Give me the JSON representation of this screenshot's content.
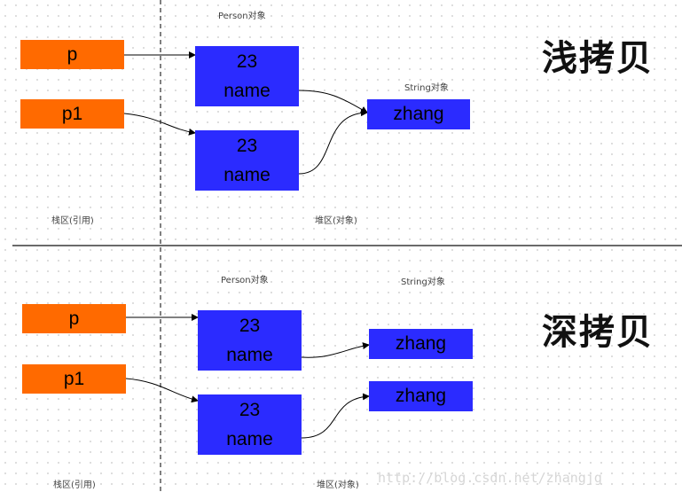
{
  "shallow": {
    "title": "浅拷贝",
    "person_label": "Person对象",
    "string_label": "String对象",
    "stack_label": "栈区(引用)",
    "heap_label": "堆区(对象)",
    "refs": [
      "p",
      "p1"
    ],
    "objects": [
      {
        "age": "23",
        "field": "name"
      },
      {
        "age": "23",
        "field": "name"
      }
    ],
    "strings": [
      "zhang"
    ]
  },
  "deep": {
    "title": "深拷贝",
    "person_label": "Person对象",
    "string_label": "String对象",
    "stack_label": "栈区(引用)",
    "heap_label": "堆区(对象)",
    "refs": [
      "p",
      "p1"
    ],
    "objects": [
      {
        "age": "23",
        "field": "name"
      },
      {
        "age": "23",
        "field": "name"
      }
    ],
    "strings": [
      "zhang",
      "zhang"
    ]
  },
  "watermark": "http://blog.csdn.net/zhangjg",
  "colors": {
    "reference_box": "#ff6a00",
    "object_box": "#2b2bff",
    "arrow": "#000000"
  }
}
